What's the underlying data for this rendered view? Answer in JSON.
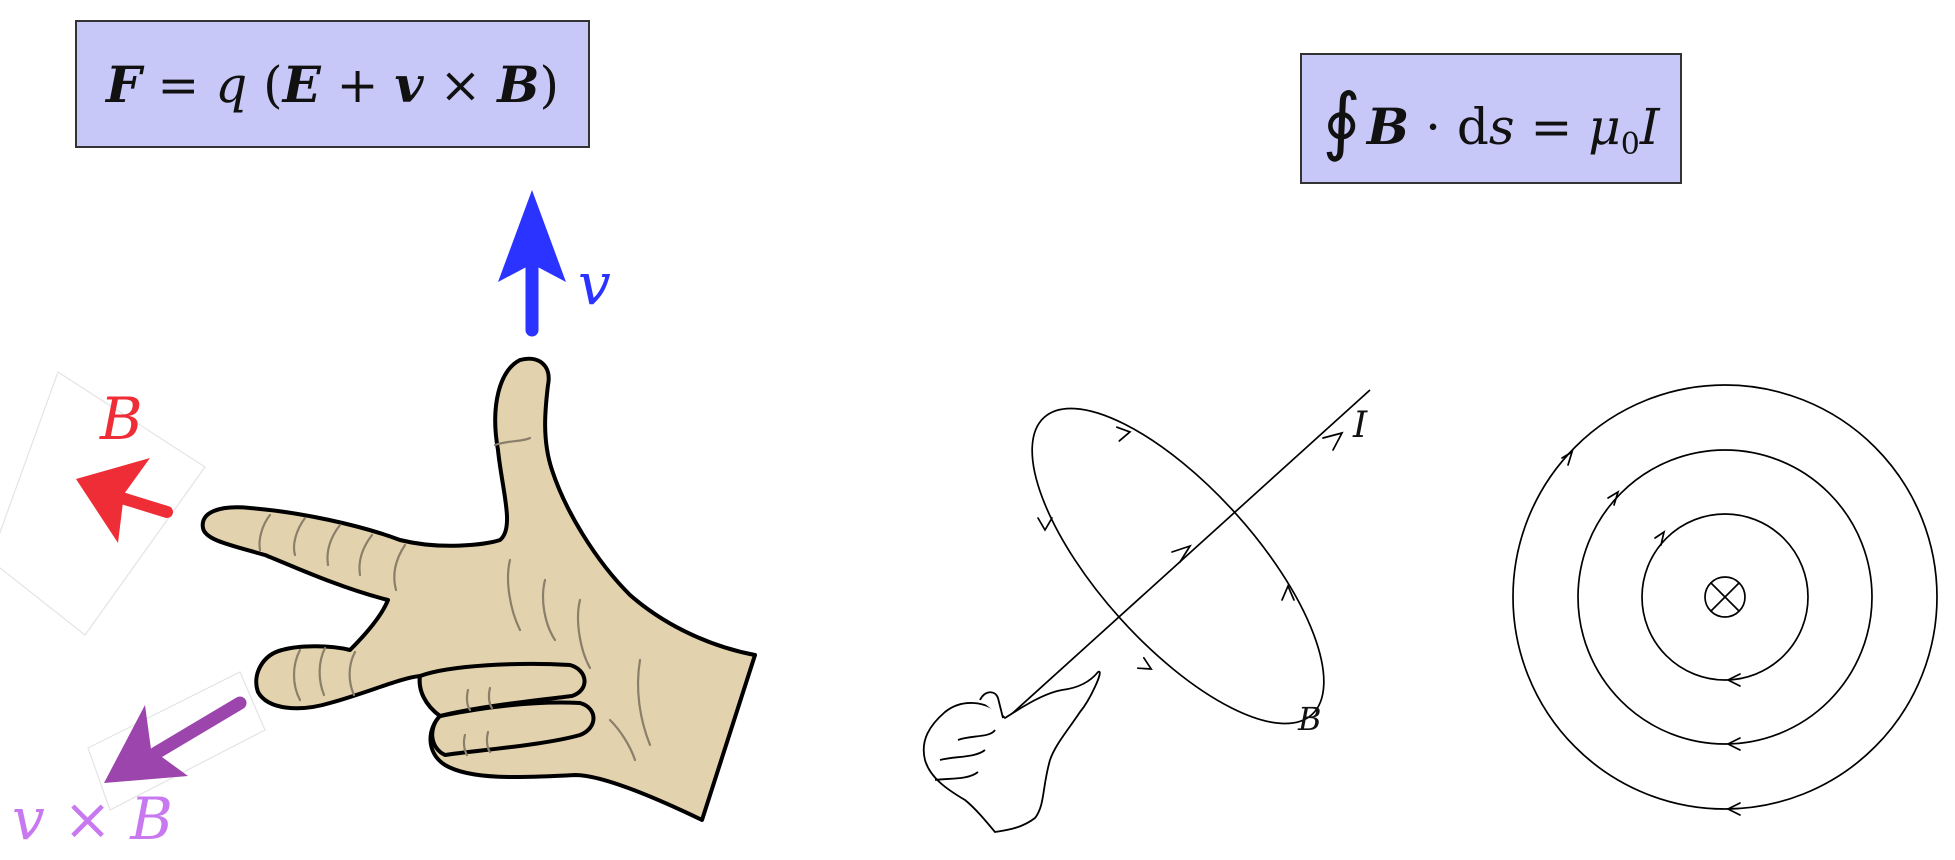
{
  "lorentz_formula": {
    "F": "F",
    "eq": "=",
    "q": "q",
    "lparen": "(",
    "E": "E",
    "plus": "+",
    "v": "v",
    "times": "×",
    "B": "B",
    "rparen": ")"
  },
  "ampere_formula": {
    "oint": "∮",
    "B": "B",
    "dot": "·",
    "d": "d",
    "s": "s",
    "eq": "=",
    "mu": "μ",
    "sub": "0",
    "I": "I"
  },
  "hand_labels": {
    "velocity": "v",
    "field": "B",
    "force_v": "v",
    "force_times": "×",
    "force_B": "B"
  },
  "loop_labels": {
    "current": "I",
    "field": "B"
  },
  "colors": {
    "formula_box_bg": "#c8c8f8",
    "velocity_arrow": "#2a33ff",
    "field_arrow": "#ee2d36",
    "force_arrow": "#9b45ad",
    "force_label": "#c879f0",
    "hand_skin": "#e2d2ad",
    "ink": "#111111"
  }
}
